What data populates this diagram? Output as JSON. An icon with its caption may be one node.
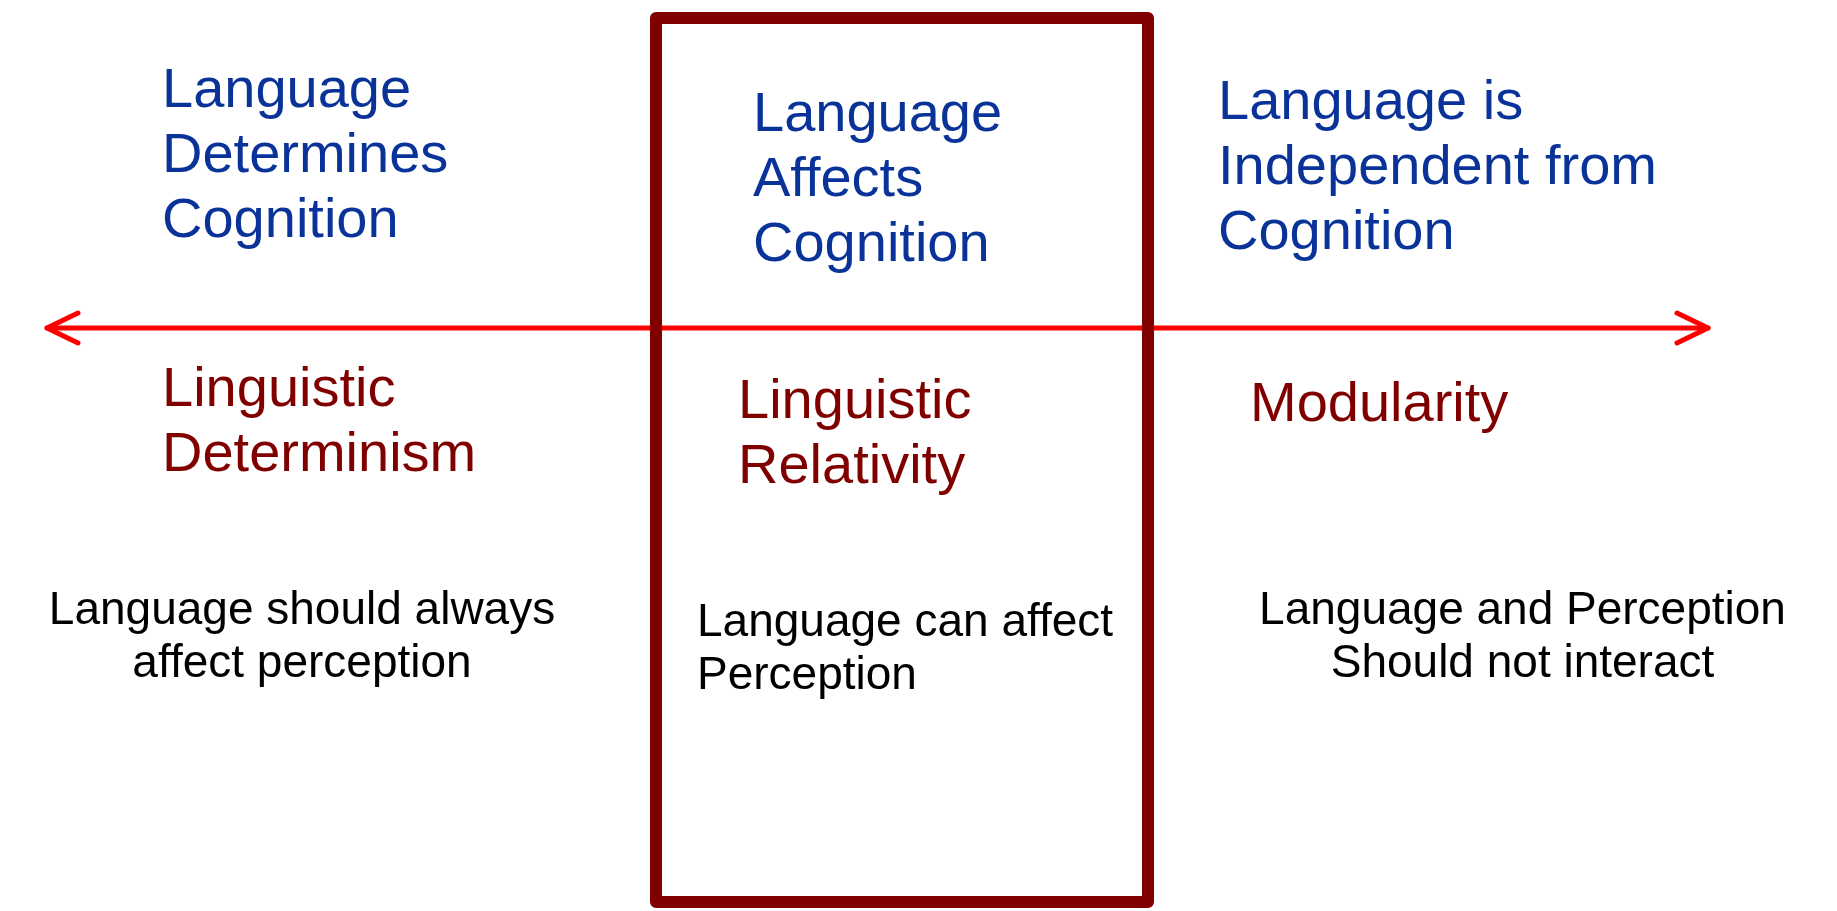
{
  "diagram": {
    "nodes": [
      {
        "text": [
          "Language Affects Cognition",
          "Linguistic Relativity",
          "Language can affect Perception"
        ]
      }
    ],
    "labels": [
      "Language Determines Cognition",
      "Language is Independent from Cognition",
      "Linguistic Determinism",
      "Modularity",
      "Language should always affect perception",
      "Language and Perception Should not interact"
    ]
  }
}
